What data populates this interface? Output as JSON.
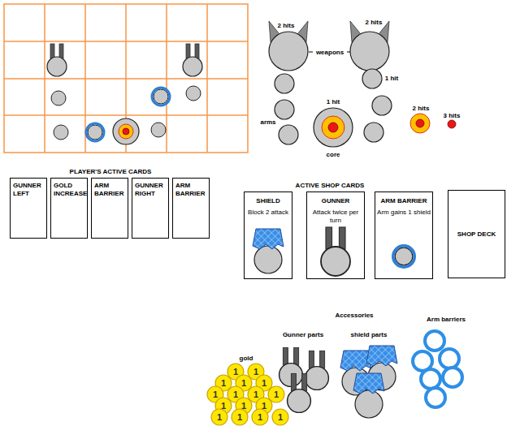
{
  "diagram": {
    "nodes": [
      {
        "text": [
          "GUNNER LEFT"
        ]
      },
      {
        "text": [
          "GOLD INCREASE"
        ]
      },
      {
        "text": [
          "ARM BARRIER"
        ]
      },
      {
        "text": [
          "GUNNER RIGHT"
        ]
      },
      {
        "text": [
          "ARM BARRIER"
        ]
      },
      {
        "text": [
          "SHIELD",
          "Block 2 attack"
        ]
      },
      {
        "text": [
          "GUNNER",
          "Attack twice per turn"
        ]
      },
      {
        "text": [
          "ARM BARRIER",
          "Arm gains 1 shield"
        ]
      },
      {
        "text": [
          "SHOP DECK"
        ]
      }
    ],
    "labels": [
      "2 hits",
      "2 hits",
      "weapons",
      "1 hit",
      "arms",
      "1 hit",
      "core",
      "2 hits",
      "3 hits",
      "PLAYER'S ACTIVE CARDS",
      "ACTIVE SHOP CARDS",
      "Accessories",
      "gold",
      "Gunner parts",
      "shield parts",
      "Arm barriers",
      "1",
      "1",
      "1",
      "1",
      "1",
      "1",
      "1",
      "1",
      "1",
      "1",
      "1",
      "1",
      "1",
      "1",
      "1",
      "1"
    ]
  }
}
